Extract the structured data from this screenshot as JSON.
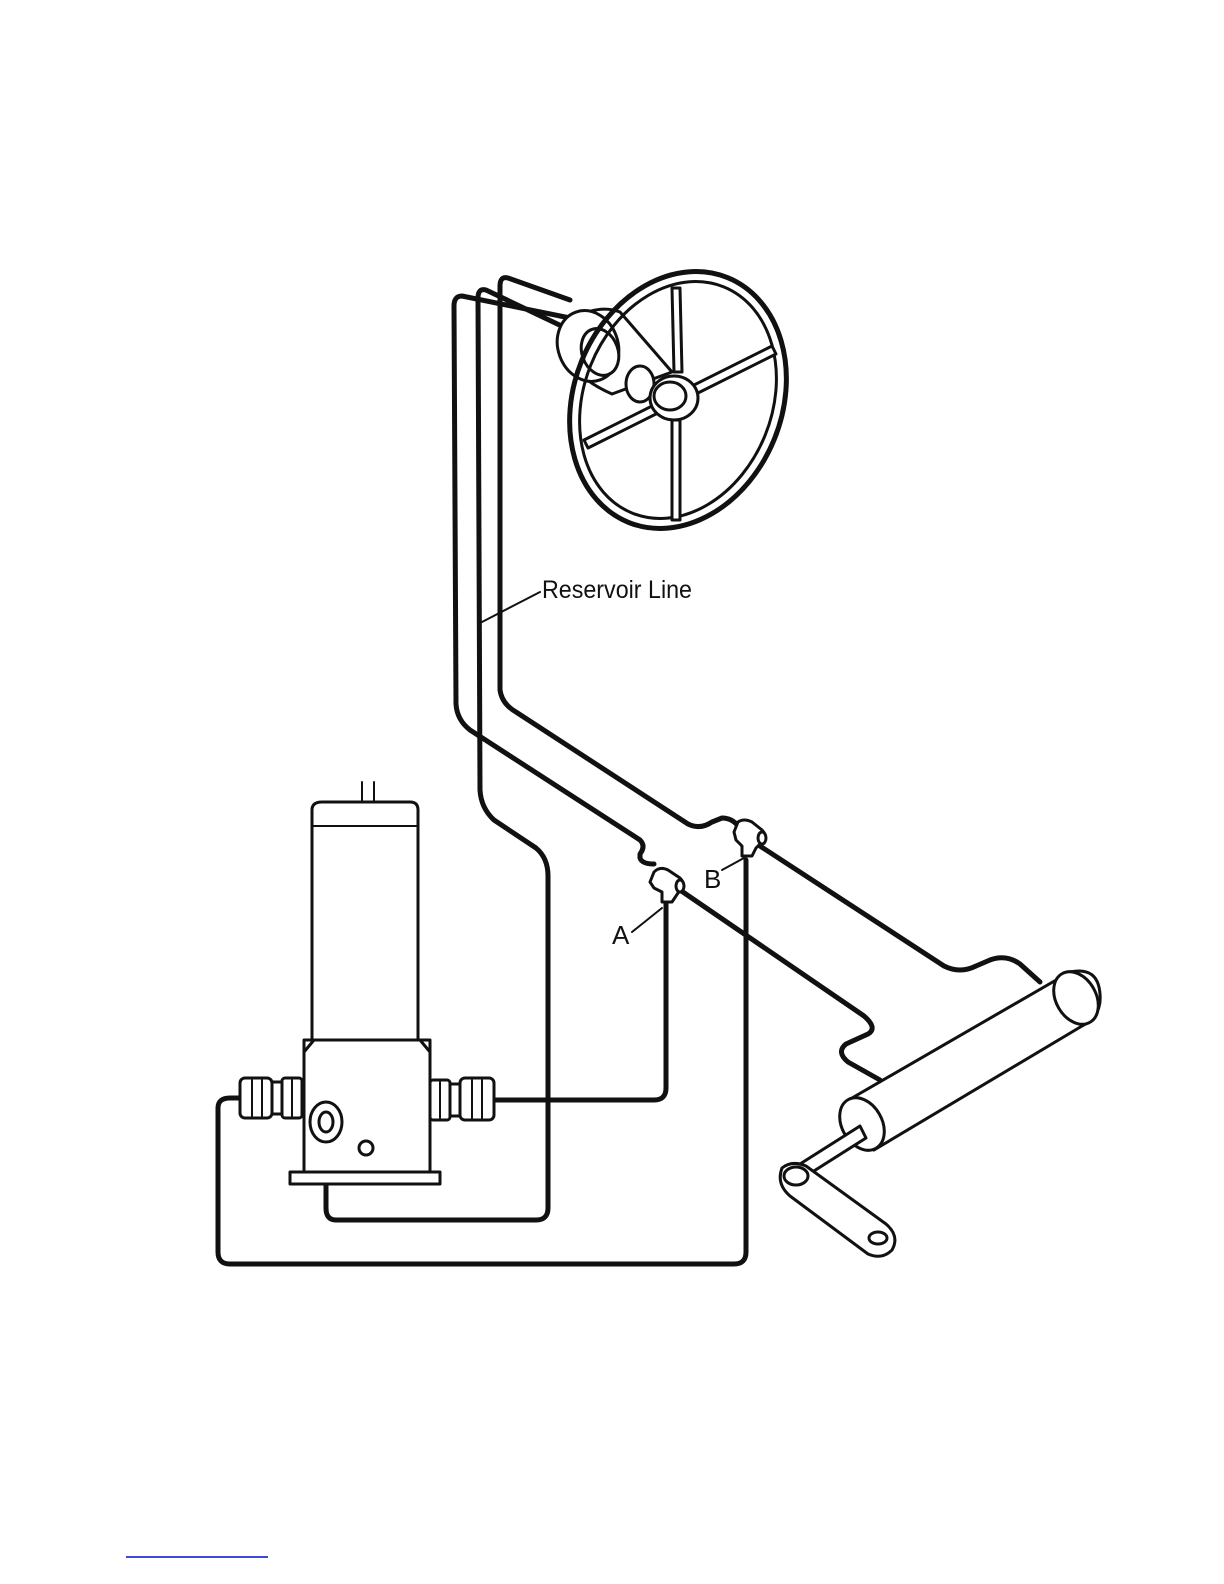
{
  "labels": {
    "reservoir_line": "Reservoir Line",
    "fitting_a": "A",
    "fitting_b": "B"
  },
  "colors": {
    "ink": "#111111",
    "background": "#ffffff",
    "footer_rule": "#3b4bd6"
  }
}
